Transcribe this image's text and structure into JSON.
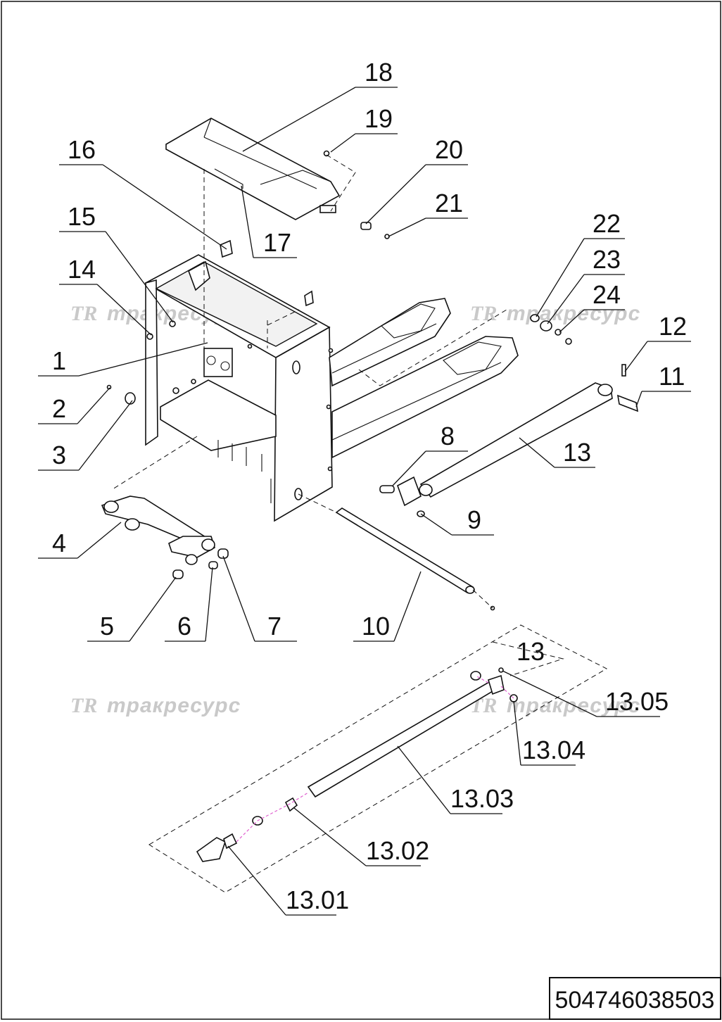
{
  "callouts": {
    "c1": "1",
    "c2": "2",
    "c3": "3",
    "c4": "4",
    "c5": "5",
    "c6": "6",
    "c7": "7",
    "c8": "8",
    "c9": "9",
    "c10": "10",
    "c11": "11",
    "c12": "12",
    "c13": "13",
    "c14": "14",
    "c15": "15",
    "c16": "16",
    "c17": "17",
    "c18": "18",
    "c19": "19",
    "c20": "20",
    "c21": "21",
    "c22": "22",
    "c23": "23",
    "c24": "24",
    "c13box": "13",
    "c13_01": "13.01",
    "c13_02": "13.02",
    "c13_03": "13.03",
    "c13_04": "13.04",
    "c13_05": "13.05"
  },
  "watermark": {
    "logo": "TR",
    "text": "тракресурс"
  },
  "stamp": {
    "part_number": "504746038503"
  }
}
